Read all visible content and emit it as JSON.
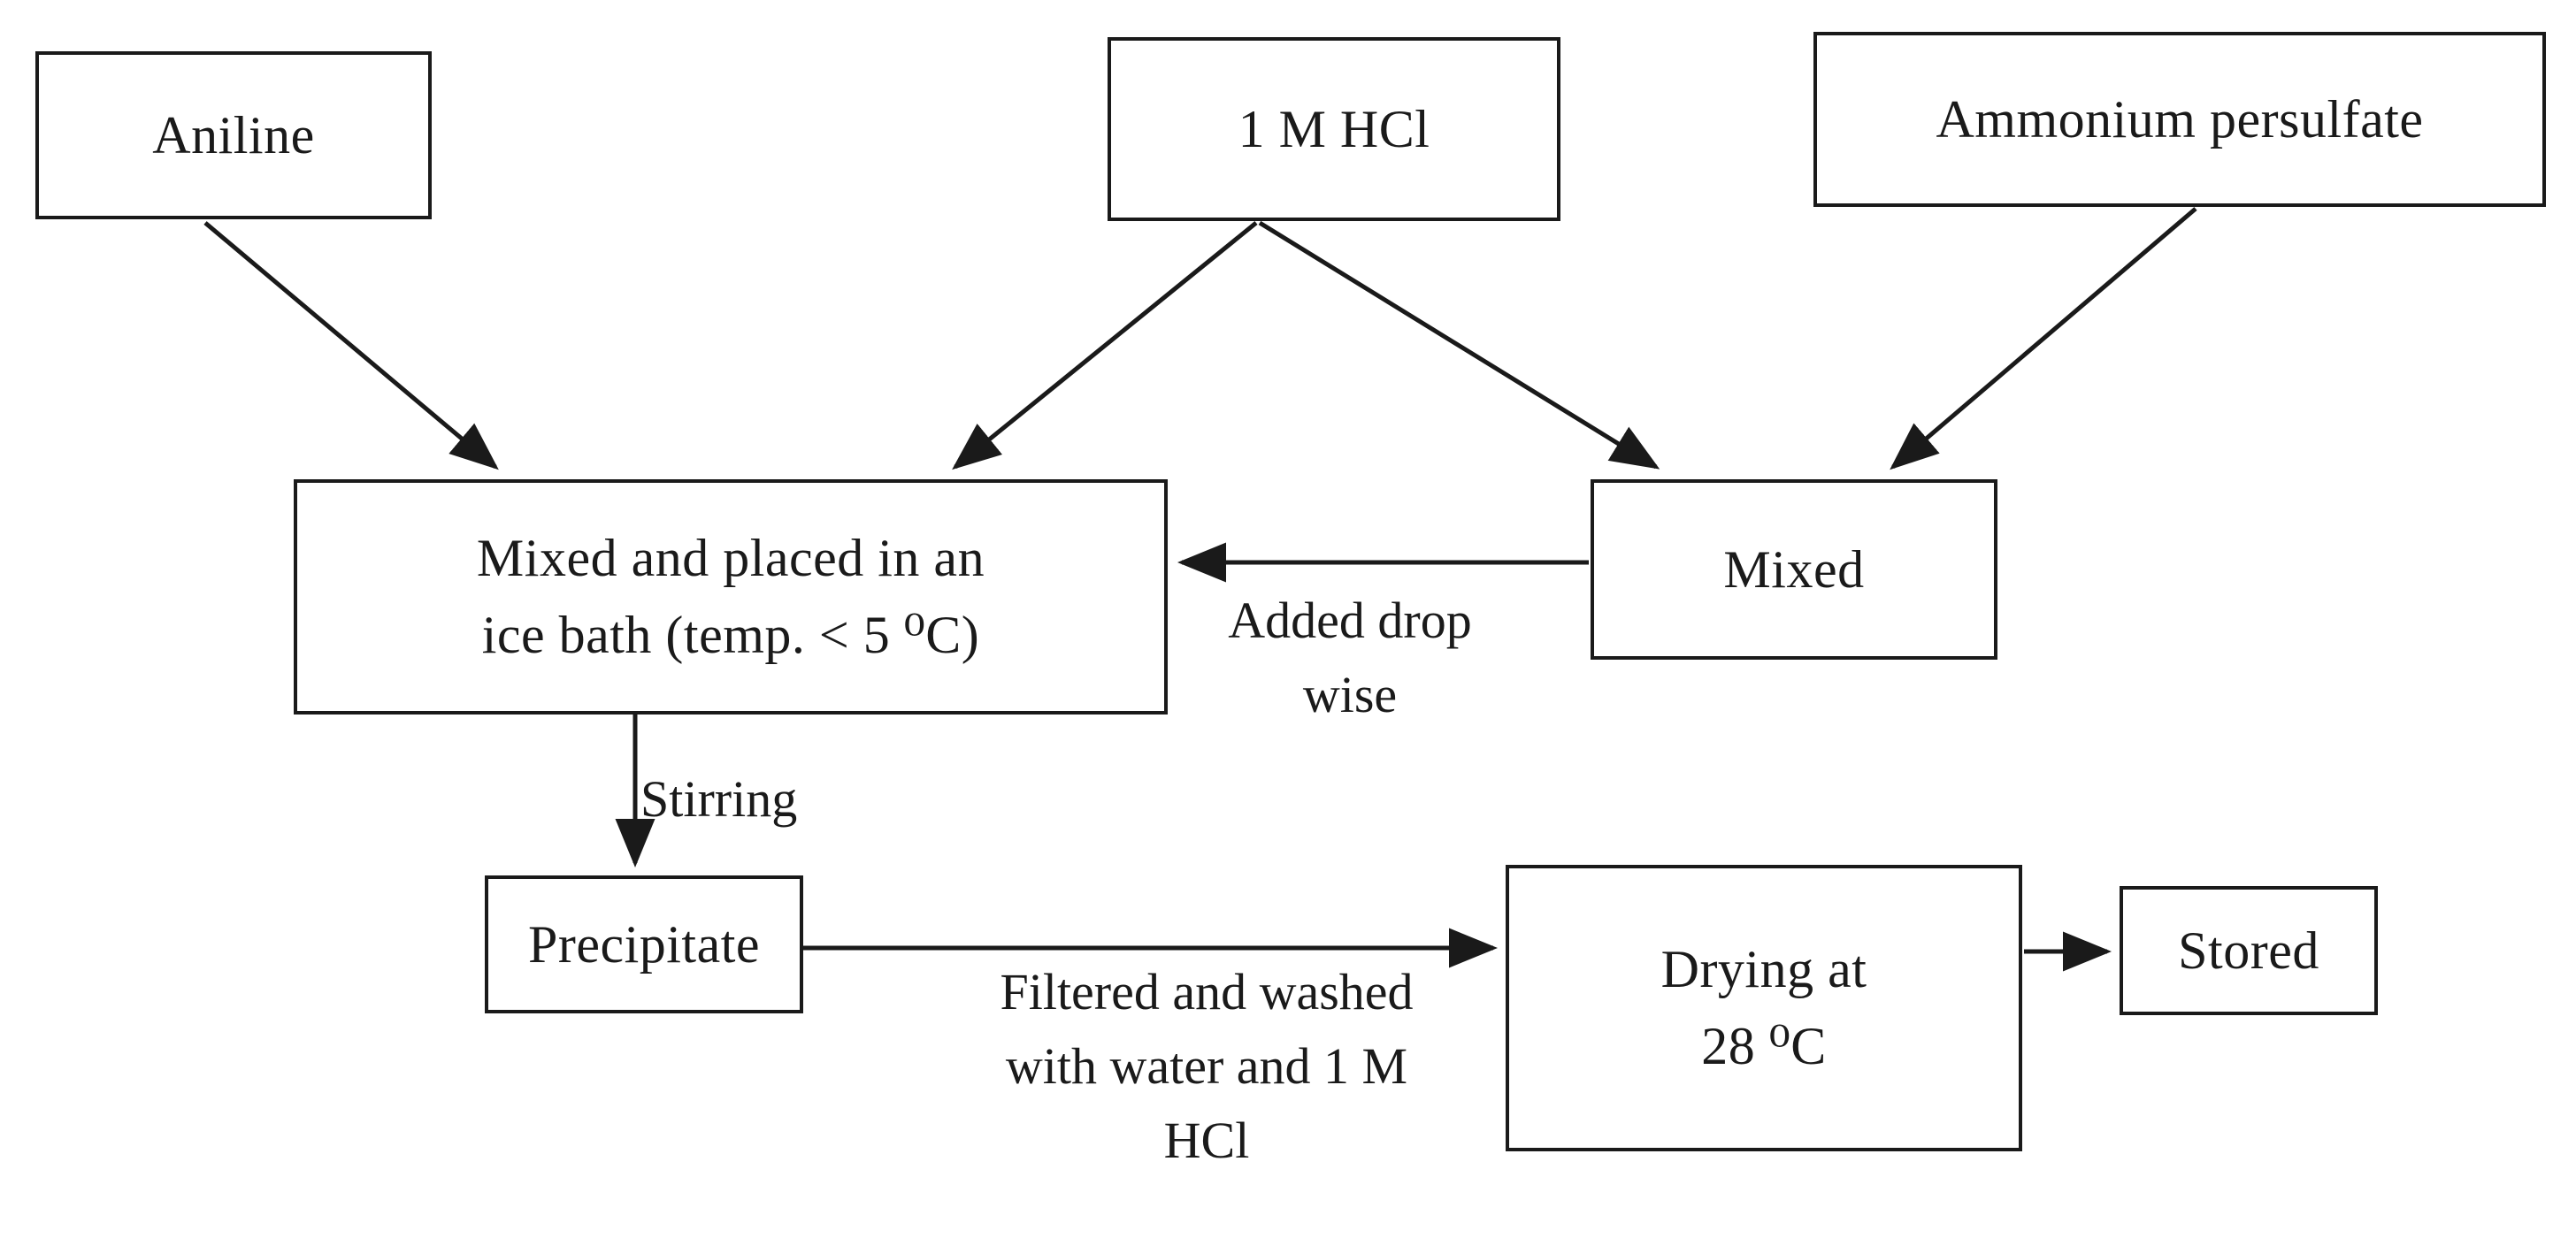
{
  "diagram": {
    "title": "Aniline polymerization process flowchart",
    "stroke_color": "#1a1a1a",
    "background_color": "#ffffff",
    "nodes": {
      "aniline": {
        "label": "Aniline"
      },
      "hcl": {
        "label": "1 M HCl"
      },
      "persulfate": {
        "label": "Ammonium persulfate"
      },
      "icebath": {
        "label": "Mixed and placed in an\nice bath (temp. < 5 ⁰C)"
      },
      "mixed": {
        "label": "Mixed"
      },
      "precipitate": {
        "label": "Precipitate"
      },
      "drying": {
        "label": "Drying at\n28 ⁰C"
      },
      "stored": {
        "label": "Stored"
      }
    },
    "edge_labels": {
      "added_dropwise": "Added drop\nwise",
      "stirring": "Stirring",
      "filtered": "Filtered and washed\nwith water and 1 M\nHCl"
    },
    "edges": [
      {
        "from": "aniline",
        "to": "icebath",
        "label": ""
      },
      {
        "from": "hcl",
        "to": "icebath",
        "label": ""
      },
      {
        "from": "hcl",
        "to": "mixed",
        "label": ""
      },
      {
        "from": "persulfate",
        "to": "mixed",
        "label": ""
      },
      {
        "from": "mixed",
        "to": "icebath",
        "label": "Added drop wise"
      },
      {
        "from": "icebath",
        "to": "precipitate",
        "label": "Stirring"
      },
      {
        "from": "precipitate",
        "to": "drying",
        "label": "Filtered and washed with water and 1 M HCl"
      },
      {
        "from": "drying",
        "to": "stored",
        "label": ""
      }
    ]
  }
}
